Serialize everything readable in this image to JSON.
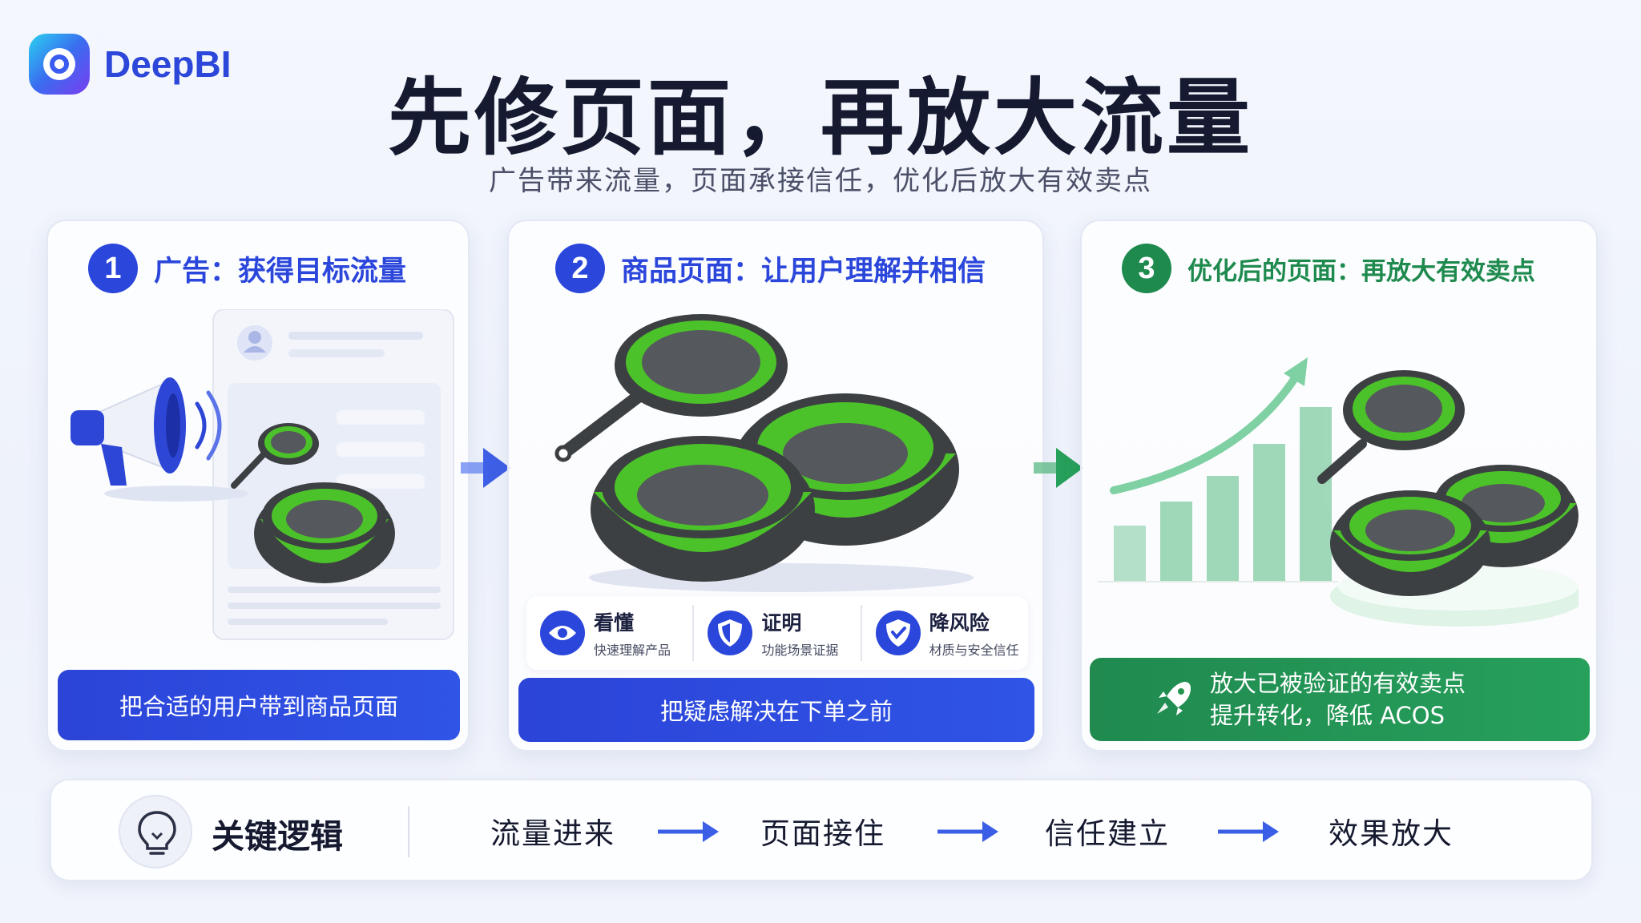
{
  "brand": {
    "name": "DeepBI"
  },
  "header": {
    "title": "先修页面，再放大流量",
    "subtitle": "广告带来流量，页面承接信任，优化后放大有效卖点"
  },
  "cards": [
    {
      "number": "1",
      "title": "广告：获得目标流量",
      "cta": "把合适的用户带到商品页面"
    },
    {
      "number": "2",
      "title": "商品页面：让用户理解并相信",
      "cta": "把疑虑解决在下单之前",
      "features": [
        {
          "title": "看懂",
          "sub": "快速理解产品",
          "icon": "eye-icon"
        },
        {
          "title": "证明",
          "sub": "功能场景证据",
          "icon": "shield-icon"
        },
        {
          "title": "降风险",
          "sub": "材质与安全信任",
          "icon": "shield-check-icon"
        }
      ]
    },
    {
      "number": "3",
      "title": "优化后的页面：再放大有效卖点",
      "cta_line1": "放大已被验证的有效卖点",
      "cta_line2": "提升转化，降低 ACOS"
    }
  ],
  "key_logic": {
    "label": "关键逻辑",
    "steps": [
      "流量进来",
      "页面接住",
      "信任建立",
      "效果放大"
    ]
  },
  "colors": {
    "brand_blue": "#2b46db",
    "brand_green": "#1e8a4e",
    "product_green": "#4cc22a",
    "product_gray": "#3d4043"
  }
}
